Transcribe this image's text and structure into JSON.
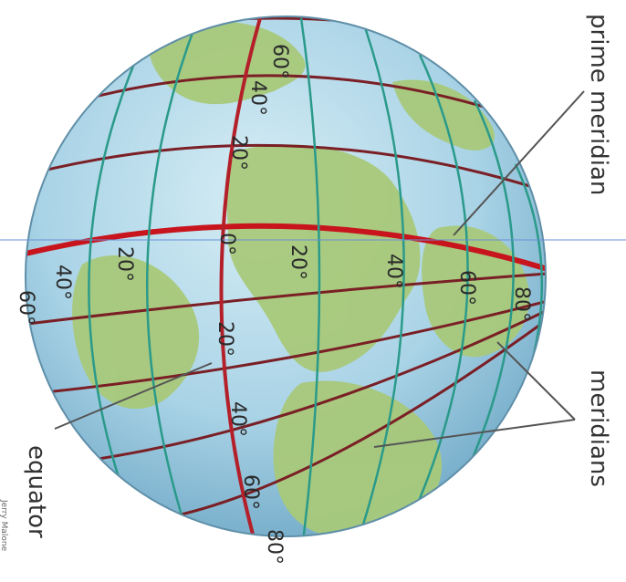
{
  "labels": {
    "prime_meridian": "prime meridian",
    "meridians": "meridians",
    "equator": "equator",
    "credit": "Jerry Malone"
  },
  "latitude_labels": [
    "60°",
    "40°",
    "20°",
    "0°",
    "20°",
    "40°",
    "60°"
  ],
  "longitude_labels": [
    "60°",
    "40°",
    "20°",
    "20°",
    "40°",
    "60°",
    "80°",
    "80°"
  ],
  "colors": {
    "ocean": "#a9d3e6",
    "land": "#a8c97a",
    "parallel": "#7a1f25",
    "equator": "#c7141d",
    "meridian": "#2a9a8a",
    "prime_meridian": "#b3202a",
    "leader": "#555555",
    "horizon_rule": "#6a8fd6"
  }
}
